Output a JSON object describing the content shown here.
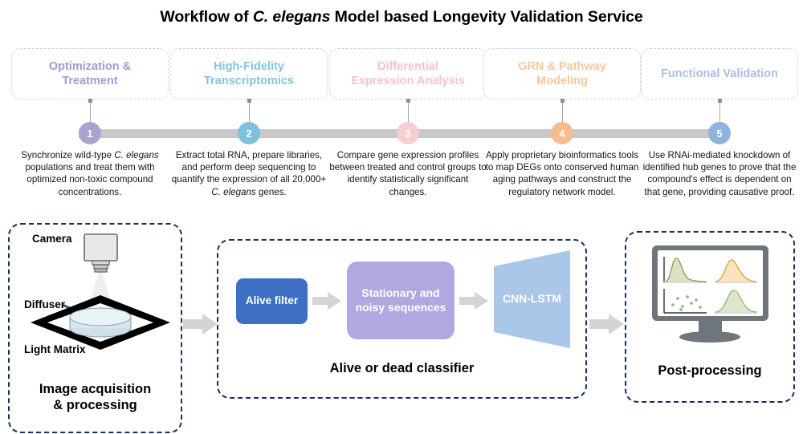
{
  "title": {
    "pre": "Workflow of ",
    "italic": "C. elegans",
    "post": " Model based Longevity Validation Service"
  },
  "colors": {
    "step1": "#8d8fc4",
    "step2": "#6ec1e4",
    "step3": "#f3b6bd",
    "step4": "#f0a868",
    "step5": "#7fa7d8",
    "rail": "#c8c8c8",
    "panel_border": "#16305e",
    "alive_filter": "#3d6fc4",
    "sequences": "#b0a8e0",
    "cnn_lstm": "#aac6e8",
    "arrow_gray": "#d4d4d4"
  },
  "steps": [
    {
      "number": "1",
      "box_label_line1": "Optimization &",
      "box_label_line2": "Treatment",
      "box_color": "#9b9ed2",
      "circle_color": "#a9a3cf",
      "desc_pre": "Synchronize wild-type ",
      "desc_italic": "C. elegans",
      "desc_post": " populations and treat them with optimized non-toxic compound concentrations."
    },
    {
      "number": "2",
      "box_label_line1": "High-Fidelity",
      "box_label_line2": "Transcriptomics",
      "box_color": "#7fc6e0",
      "circle_color": "#7fc0e0",
      "desc_pre": "Extract total RNA, prepare libraries, and perform deep sequencing to quantify the expression of all 20,000+ ",
      "desc_italic": "C. elegans",
      "desc_post": " genes."
    },
    {
      "number": "3",
      "box_label_line1": "Differential",
      "box_label_line2": "Expression Analysis",
      "box_color": "#f6c3c8",
      "circle_color": "#f7ccd3",
      "desc_pre": "Compare gene expression profiles between treated and control groups to identify statistically significant changes.",
      "desc_italic": "",
      "desc_post": ""
    },
    {
      "number": "4",
      "box_label_line1": "GRN & Pathway",
      "box_label_line2": "Modeling",
      "box_color": "#f5c79c",
      "circle_color": "#f5bd8d",
      "desc_pre": "Apply proprietary bioinformatics tools to map DEGs onto conserved human aging pathways and construct the regulatory network model.",
      "desc_italic": "",
      "desc_post": ""
    },
    {
      "number": "5",
      "box_label_line1": "Functional Validation",
      "box_label_line2": "",
      "box_color": "#a8c0dd",
      "circle_color": "#8fb3dd",
      "desc_pre": "Use RNAi-mediated knockdown of identified hub genes to prove that the compound's effect is dependent on that gene, providing causative proof.",
      "desc_italic": "",
      "desc_post": ""
    }
  ],
  "acquisition": {
    "caption_line1": "Image acquisition",
    "caption_line2": "& processing",
    "label_camera": "Camera",
    "label_diffuser": "Diffuser",
    "label_light_matrix": "Light Matrix"
  },
  "classifier": {
    "caption": "Alive or dead classifier",
    "nodes": [
      {
        "label": "Alive filter"
      },
      {
        "label_line1": "Stationary and",
        "label_line2": "noisy sequences"
      },
      {
        "label": "CNN-LSTM"
      }
    ]
  },
  "postprocessing": {
    "caption": "Post-processing"
  }
}
